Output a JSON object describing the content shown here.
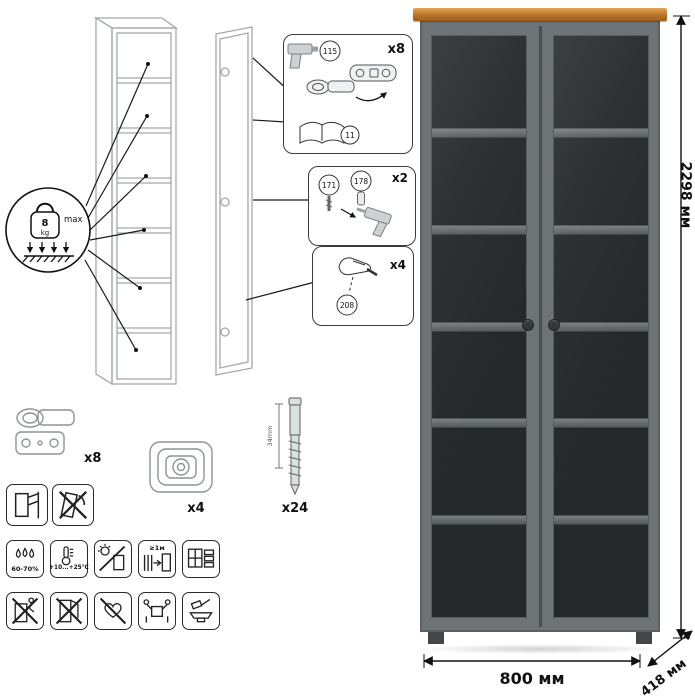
{
  "product": {
    "doors": 2,
    "compartments_per_door": 6
  },
  "dimensions": {
    "height": "2298 мм",
    "width": "800 мм",
    "depth": "418 мм"
  },
  "weight_limit": {
    "value": "8",
    "unit": "kg",
    "qualifier": "max"
  },
  "callouts": {
    "hinge": {
      "qty": "x8",
      "screw_part": "115",
      "manual_page": "11"
    },
    "fasteners": {
      "qty": "x2",
      "part_a": "171",
      "part_b": "178"
    },
    "cam_lock": {
      "qty": "x4",
      "part": "208"
    }
  },
  "hardware": {
    "hinges_qty": "x8",
    "feet_qty": "x4",
    "screws_qty": "x24",
    "screw_length": "34mm"
  },
  "care_icons": {
    "humidity": "60-70%",
    "temperature": "+10...+25°C",
    "min_distance": "≥1м",
    "names": [
      "anchor-to-wall-icon",
      "tip-over-warning-icon",
      "humidity-icon",
      "temperature-icon",
      "no-direct-sunlight-icon",
      "heat-distance-icon",
      "indoor-use-icon",
      "no-climbing-icon",
      "no-hanging-on-doors-icon",
      "care-warning-icon",
      "carry-with-two-icon",
      "no-impact-icon"
    ]
  },
  "colors": {
    "wood_top": "#c0792e",
    "cabinet_gray": "#6e7376",
    "interior_dark": "#26292b",
    "shelf_gray": "#565b5e",
    "line_black": "#111111"
  }
}
